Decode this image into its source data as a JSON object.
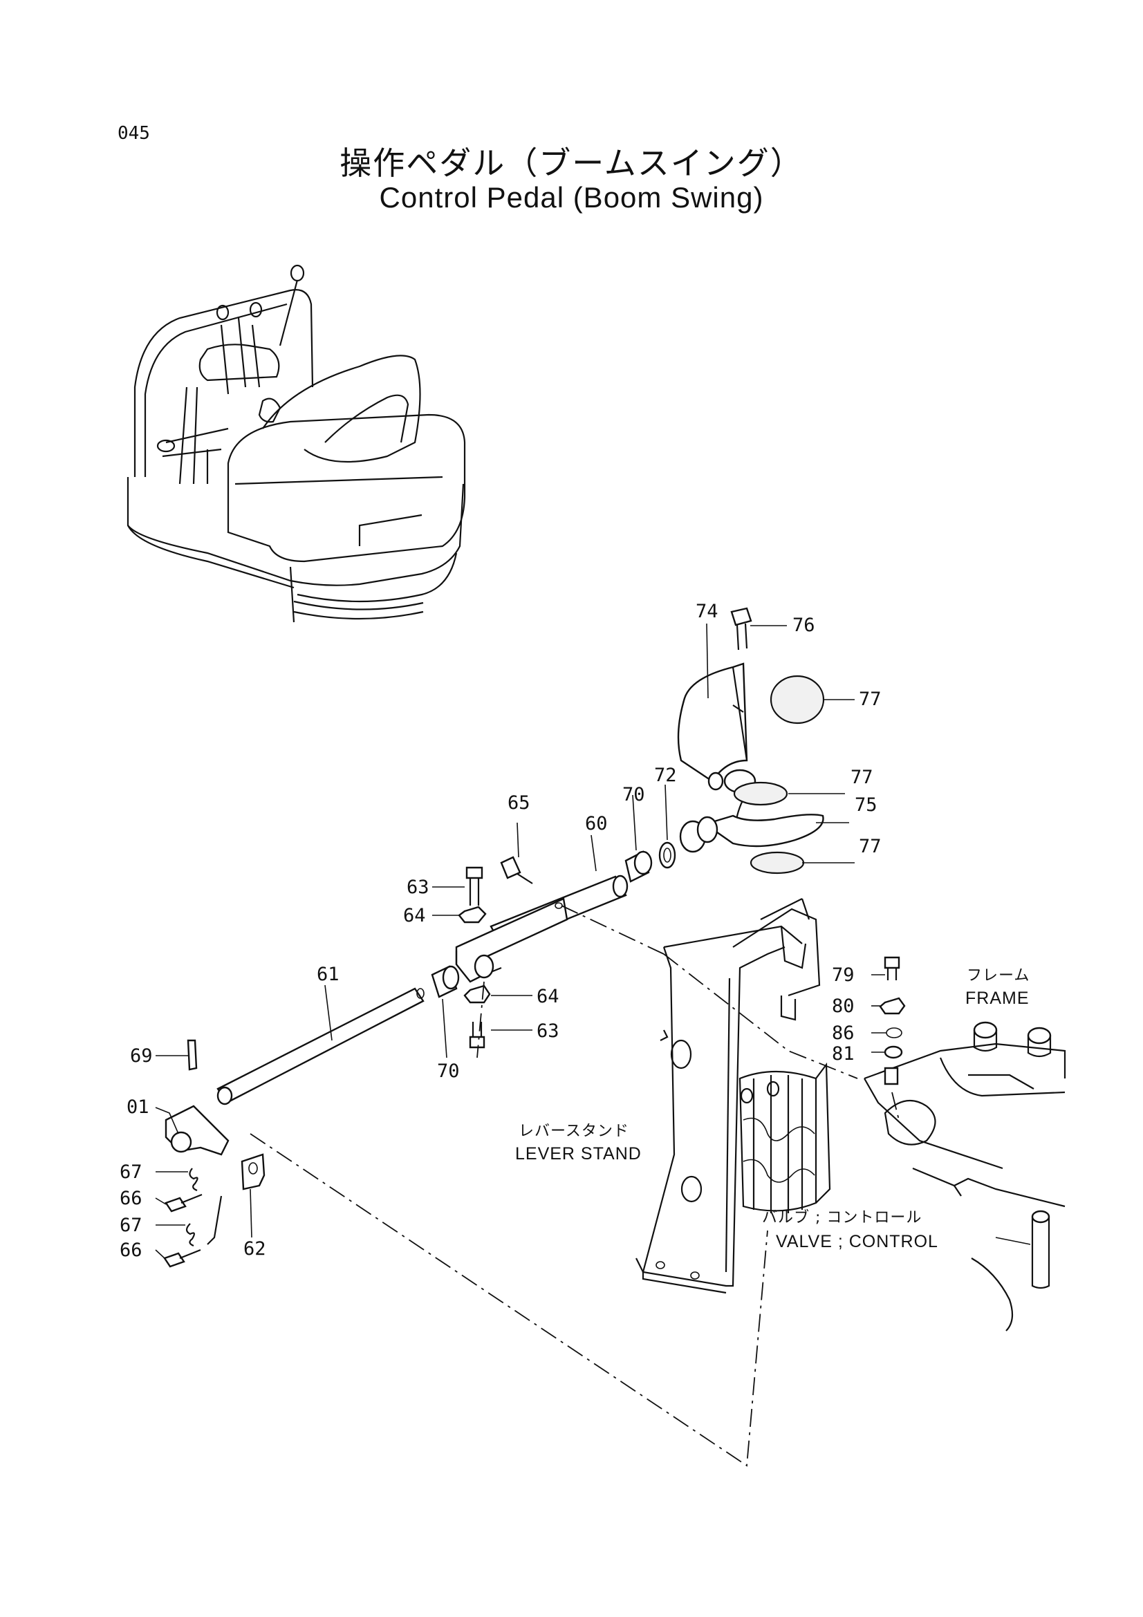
{
  "page_number": "045",
  "title_jp": "操作ペダル（ブームスイング）",
  "title_en": "Control Pedal (Boom Swing)",
  "callouts": {
    "c74": "74",
    "c76": "76",
    "c77a": "77",
    "c72": "72",
    "c77b": "77",
    "c75": "75",
    "c77c": "77",
    "c65": "65",
    "c70a": "70",
    "c60": "60",
    "c63a": "63",
    "c64a": "64",
    "c61": "61",
    "c64b": "64",
    "c63b": "63",
    "c70b": "70",
    "c79": "79",
    "c80": "80",
    "c86": "86",
    "c81": "81",
    "c69": "69",
    "c01": "01",
    "c67a": "67",
    "c66a": "66",
    "c67b": "67",
    "c66b": "66",
    "c62": "62"
  },
  "labels": {
    "frame_jp": "フレーム",
    "frame_en": "FRAME",
    "lever_stand_jp": "レバースタンド",
    "lever_stand_en": "LEVER STAND",
    "valve_jp": "バルブ ; コントロール",
    "valve_en": "VALVE ; CONTROL"
  }
}
